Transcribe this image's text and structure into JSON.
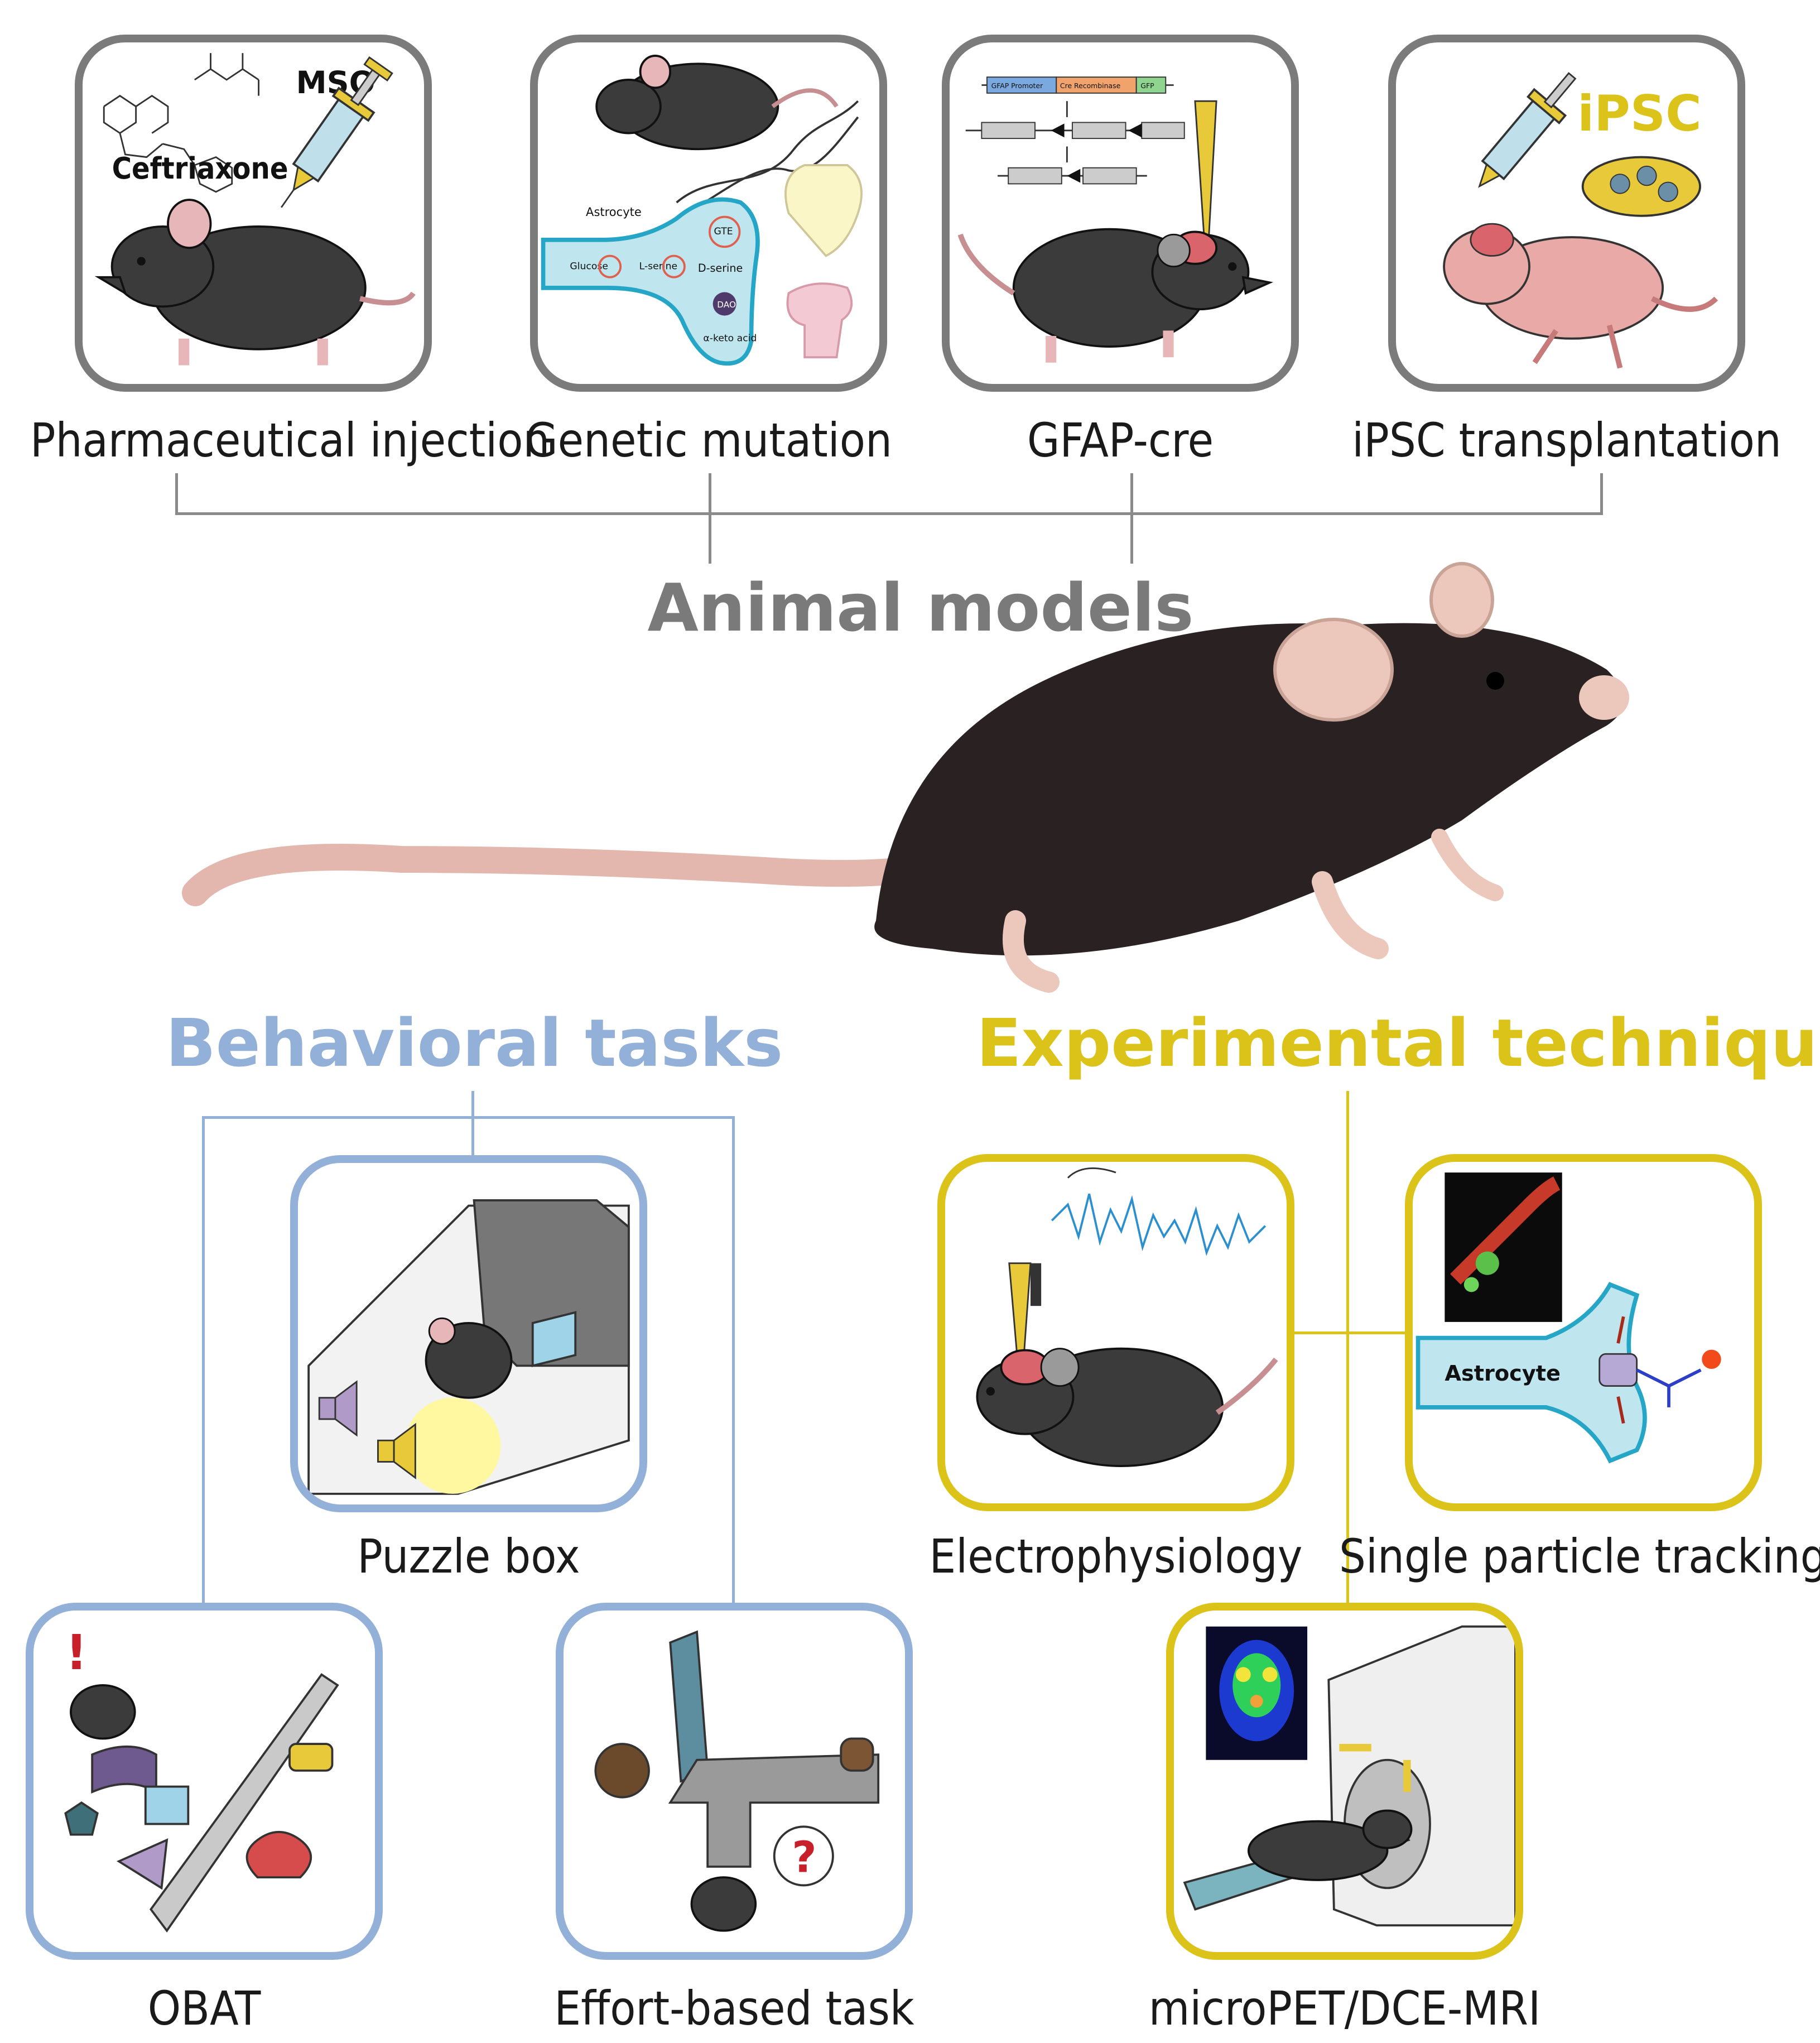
{
  "animal_models": {
    "heading": "Animal models",
    "heading_color": "#7a7a7a",
    "items": [
      {
        "label": "Pharmaceutical injection",
        "inner": {
          "drug1": "MSO",
          "drug2": "Ceftriaxone"
        }
      },
      {
        "label": "Genetic mutation",
        "inner": {
          "cell": "Astrocyte",
          "glucose": "Glucose",
          "lserine": "L-serine",
          "dserine": "D-serine",
          "dao": "DAO",
          "keto": "α-keto acid",
          "gene": "GTE"
        }
      },
      {
        "label": "GFAP-cre",
        "inner": {
          "promoter": "GFAP Promoter",
          "cre": "Cre Recombinase",
          "gfp": "GFP"
        }
      },
      {
        "label": "iPSC transplantation",
        "inner": {
          "tag": "iPSC"
        }
      }
    ]
  },
  "behavioral_tasks": {
    "heading": "Behavioral tasks",
    "heading_color": "#93b0d8",
    "items": [
      {
        "label": "Puzzle box"
      },
      {
        "label": "OBAT"
      },
      {
        "label": "Effort-based task"
      }
    ]
  },
  "experimental_techniques": {
    "heading": "Experimental techniques",
    "heading_color": "#dcc31a",
    "items": [
      {
        "label": "Electrophysiology"
      },
      {
        "label": "Single particle tracking",
        "inner": {
          "cell": "Astrocyte"
        }
      },
      {
        "label": "microPET/DCE-MRI"
      }
    ]
  }
}
